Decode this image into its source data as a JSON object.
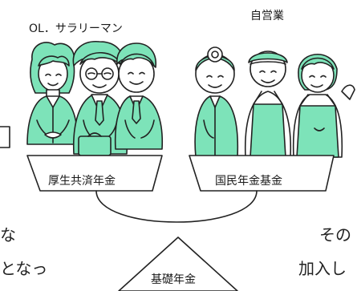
{
  "labels": {
    "office_workers": "OL．サラリーマン",
    "self_employed": "自営業"
  },
  "pans": {
    "left": "厚生共済年金",
    "right": "国民年金基金"
  },
  "base": {
    "label": "基礎年金"
  },
  "side_text": {
    "left_line1": "な",
    "left_line2": "となっ",
    "right_line1": "その",
    "right_line2": "加入し"
  },
  "colors": {
    "accent": "#7de3b9",
    "ink": "#222222",
    "background": "#ffffff"
  }
}
